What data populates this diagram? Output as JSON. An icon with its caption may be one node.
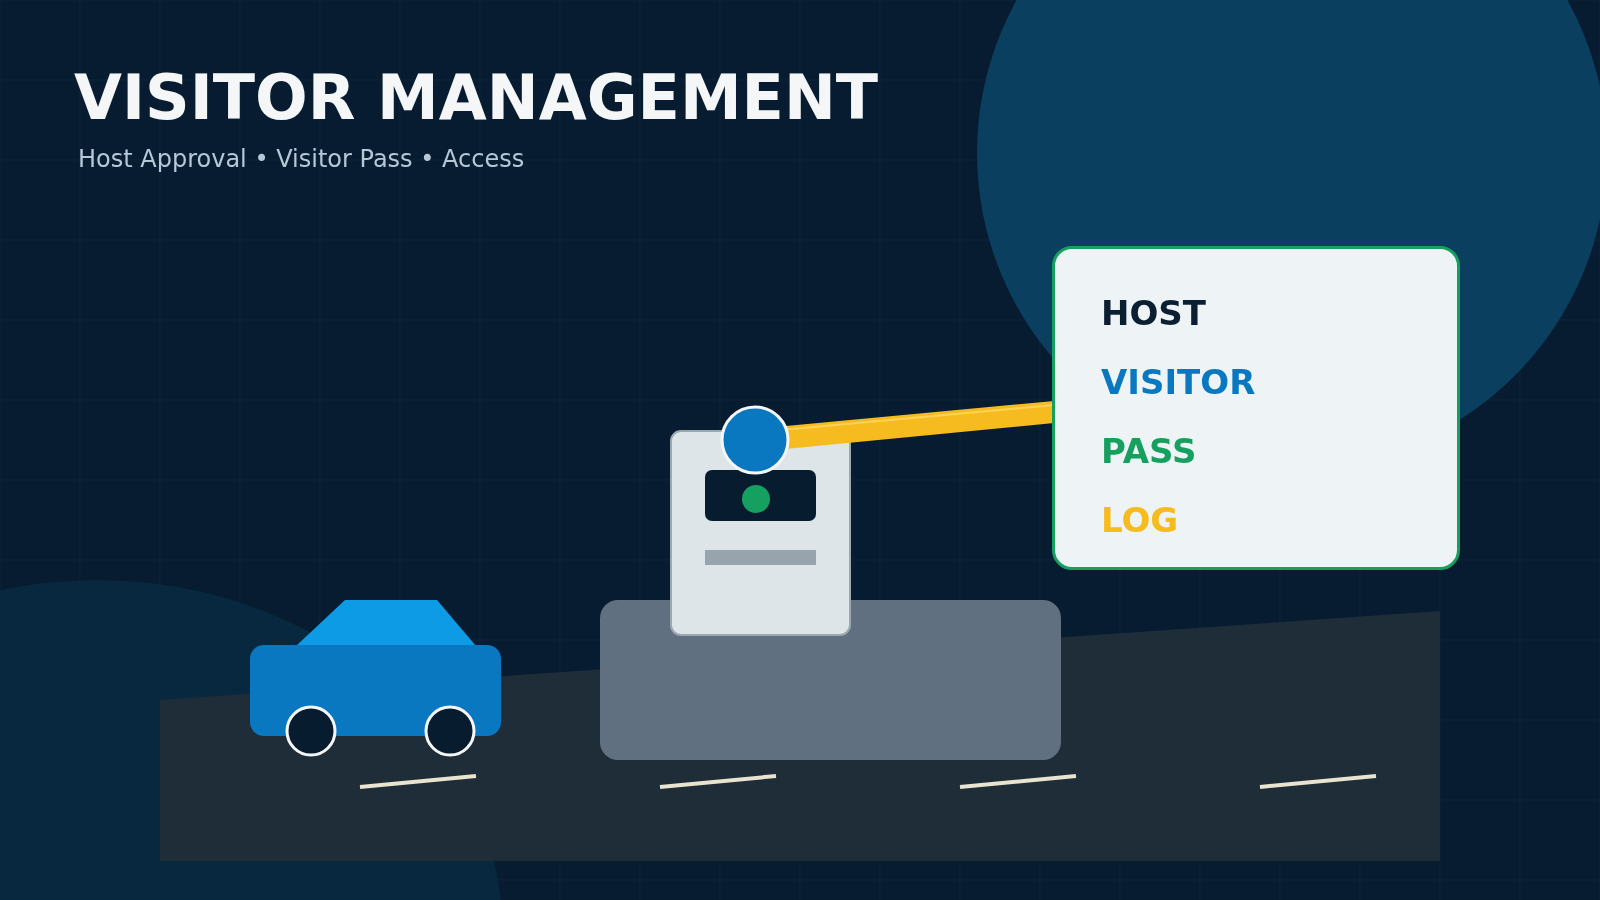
{
  "diagram": {
    "title": "VISITOR MANAGEMENT",
    "nodes": [
      {
        "text": [
          "HOST",
          "VISITOR",
          "PASS",
          "LOG"
        ]
      }
    ],
    "edges": [],
    "labels": [
      "Host Approval • Visitor Pass • Access"
    ]
  }
}
